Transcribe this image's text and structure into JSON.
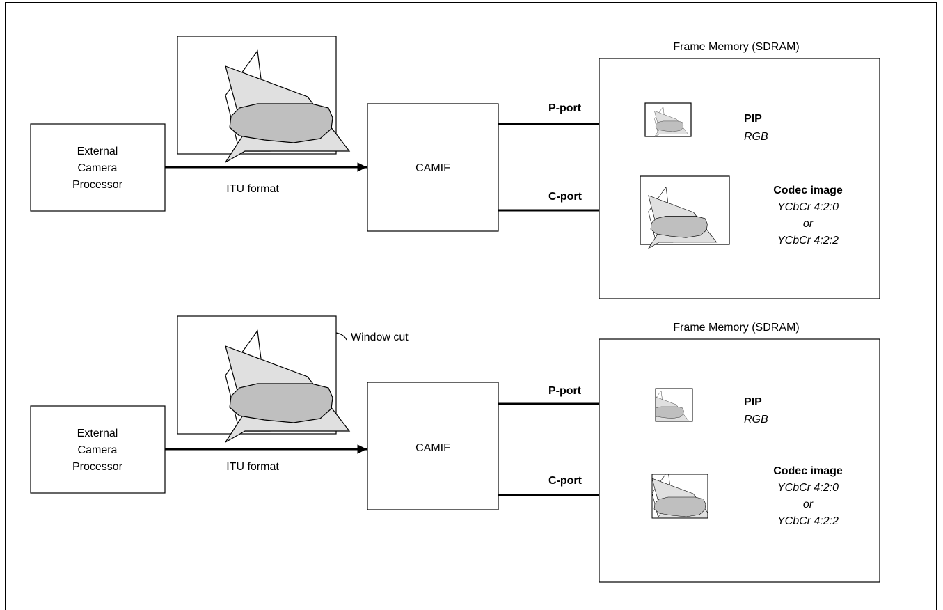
{
  "colors": {
    "stroke": "#000000",
    "light_fill": "#e0e0e0",
    "ellipse_fill": "#bfbfbf",
    "background": "#ffffff"
  },
  "diagrams": [
    {
      "source": [
        "External",
        "Camera",
        "Processor"
      ],
      "link_label": "ITU format",
      "camif": "CAMIF",
      "memory_title": "Frame Memory (SDRAM)",
      "p_port": "P-port",
      "c_port": "C-port",
      "pip_title": "PIP",
      "pip_format": "RGB",
      "codec_title": "Codec image",
      "codec_formats": [
        "YCbCr 4:2:0",
        "or",
        "YCbCr 4:2:2"
      ]
    },
    {
      "source": [
        "External",
        "Camera",
        "Processor"
      ],
      "link_label": "ITU format",
      "camif": "CAMIF",
      "memory_title": "Frame Memory (SDRAM)",
      "p_port": "P-port",
      "c_port": "C-port",
      "pip_title": "PIP",
      "pip_format": "RGB",
      "codec_title": "Codec image",
      "codec_formats": [
        "YCbCr 4:2:0",
        "or",
        "YCbCr 4:2:2"
      ],
      "window_cut_label": "Window cut"
    }
  ]
}
